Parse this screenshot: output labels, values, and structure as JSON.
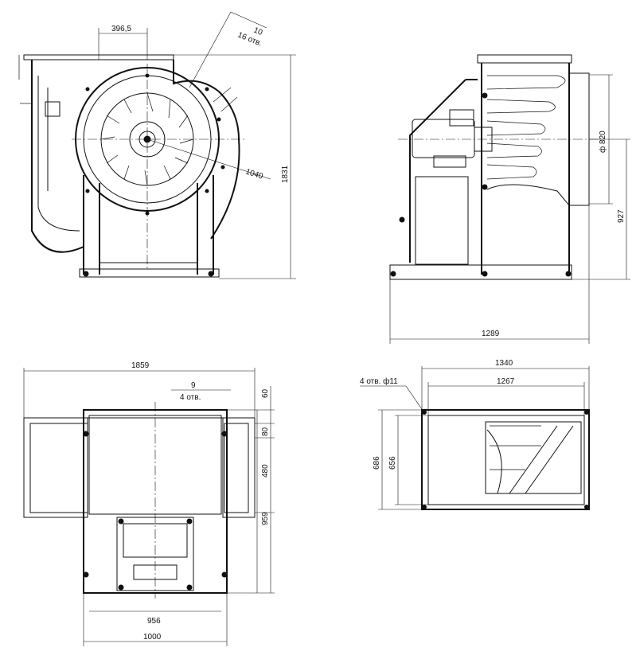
{
  "dimensions": {
    "front_offset": "396,5",
    "hole_size": "10",
    "hole_count": "16 отв.",
    "impeller_dia": "1040",
    "height_total": "1831",
    "outlet_dia": "ф 820",
    "outlet_axis_height": "927",
    "side_length": "1289",
    "top_width": "1859",
    "top_hole_size": "9",
    "top_hole_count": "4 отв.",
    "top_edge": "60",
    "top_gap": "80",
    "top_depth": "480",
    "top_total": "959",
    "base_inner": "956",
    "base_outer": "1000",
    "outlet_width": "1340",
    "outlet_inner_width": "1267",
    "outlet_hole_note": "4 отв. ф11",
    "outlet_height": "686",
    "outlet_inner_height": "656"
  }
}
